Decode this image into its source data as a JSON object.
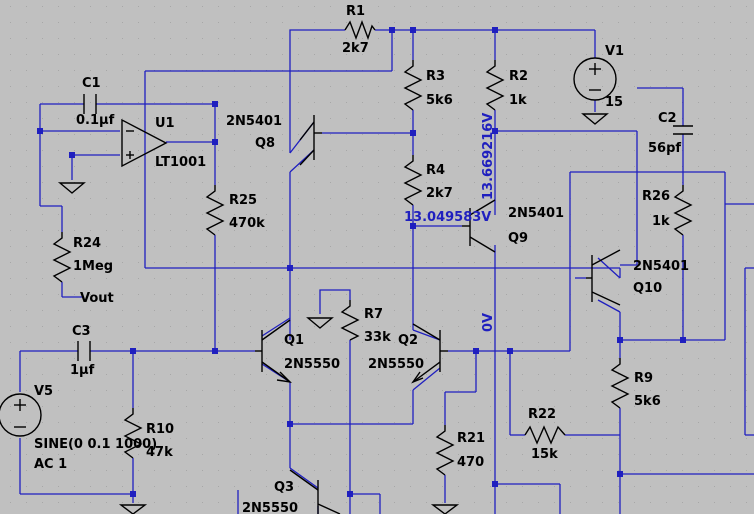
{
  "components": {
    "R1": {
      "name": "R1",
      "value": "2k7"
    },
    "R2": {
      "name": "R2",
      "value": "1k"
    },
    "R3": {
      "name": "R3",
      "value": "5k6"
    },
    "R4": {
      "name": "R4",
      "value": "2k7"
    },
    "R7": {
      "name": "R7",
      "value": "33k"
    },
    "R9": {
      "name": "R9",
      "value": "5k6"
    },
    "R10": {
      "name": "R10",
      "value": "47k"
    },
    "R21": {
      "name": "R21",
      "value": "470"
    },
    "R22": {
      "name": "R22",
      "value": "15k"
    },
    "R24": {
      "name": "R24",
      "value": "1Meg"
    },
    "R25": {
      "name": "R25",
      "value": "470k"
    },
    "R26": {
      "name": "R26",
      "value": "1k"
    },
    "C1": {
      "name": "C1",
      "value": "0.1µf"
    },
    "C2": {
      "name": "C2",
      "value": "56pf"
    },
    "C3": {
      "name": "C3",
      "value": "1µf"
    },
    "V1": {
      "name": "V1",
      "value": "15"
    },
    "V5": {
      "name": "V5",
      "value": "SINE(0 0.1 1000)",
      "ac": "AC 1"
    },
    "U1": {
      "name": "U1",
      "model": "LT1001"
    },
    "Q1": {
      "name": "Q1",
      "model": "2N5550"
    },
    "Q2": {
      "name": "Q2",
      "model": "2N5550"
    },
    "Q3": {
      "name": "Q3",
      "model": "2N5550"
    },
    "Q8": {
      "name": "Q8",
      "model": "2N5401"
    },
    "Q9": {
      "name": "Q9",
      "model": "2N5401"
    },
    "Q10": {
      "name": "Q10",
      "model": "2N5401"
    }
  },
  "nets": {
    "vout": "Vout"
  },
  "node_voltages": {
    "q9_emitter": "13.669216V",
    "q9_base": "13.049583V",
    "q9_collector": "0V"
  },
  "colors": {
    "background": "#c0c0c0",
    "wire": "#1f1fbf",
    "component": "#000000",
    "voltage_label": "#1f1fbf"
  }
}
